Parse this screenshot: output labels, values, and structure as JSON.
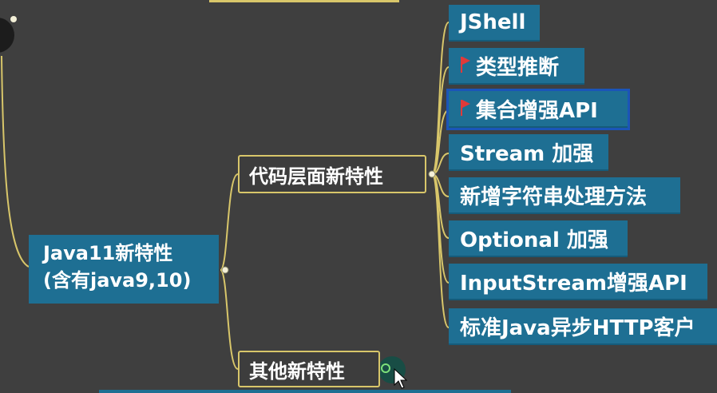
{
  "mindmap": {
    "root": {
      "line1": "Java11新特性",
      "line2": "(含有java9,10)"
    },
    "code_branch": "代码层面新特性",
    "other_branch": "其他新特性",
    "leaves": [
      {
        "label": "JShell",
        "flag": false
      },
      {
        "label": "类型推断",
        "flag": true
      },
      {
        "label": "集合增强API",
        "flag": true
      },
      {
        "label": "Stream 加强",
        "flag": false
      },
      {
        "label": "新增字符串处理方法",
        "flag": false
      },
      {
        "label": "Optional 加强",
        "flag": false
      },
      {
        "label": "InputStream增强API",
        "flag": false
      },
      {
        "label": "标准Java异步HTTP客户",
        "flag": false
      }
    ],
    "colors": {
      "node_fill": "#1e6f93",
      "connector": "#d8c66a",
      "selection": "#1b55b8",
      "flag": "#e03a3a",
      "background": "#3f3f3f"
    },
    "icons": {
      "flag": "flag-icon",
      "collapse": "expand-knob-icon",
      "cursor": "mouse-pointer-icon"
    }
  }
}
